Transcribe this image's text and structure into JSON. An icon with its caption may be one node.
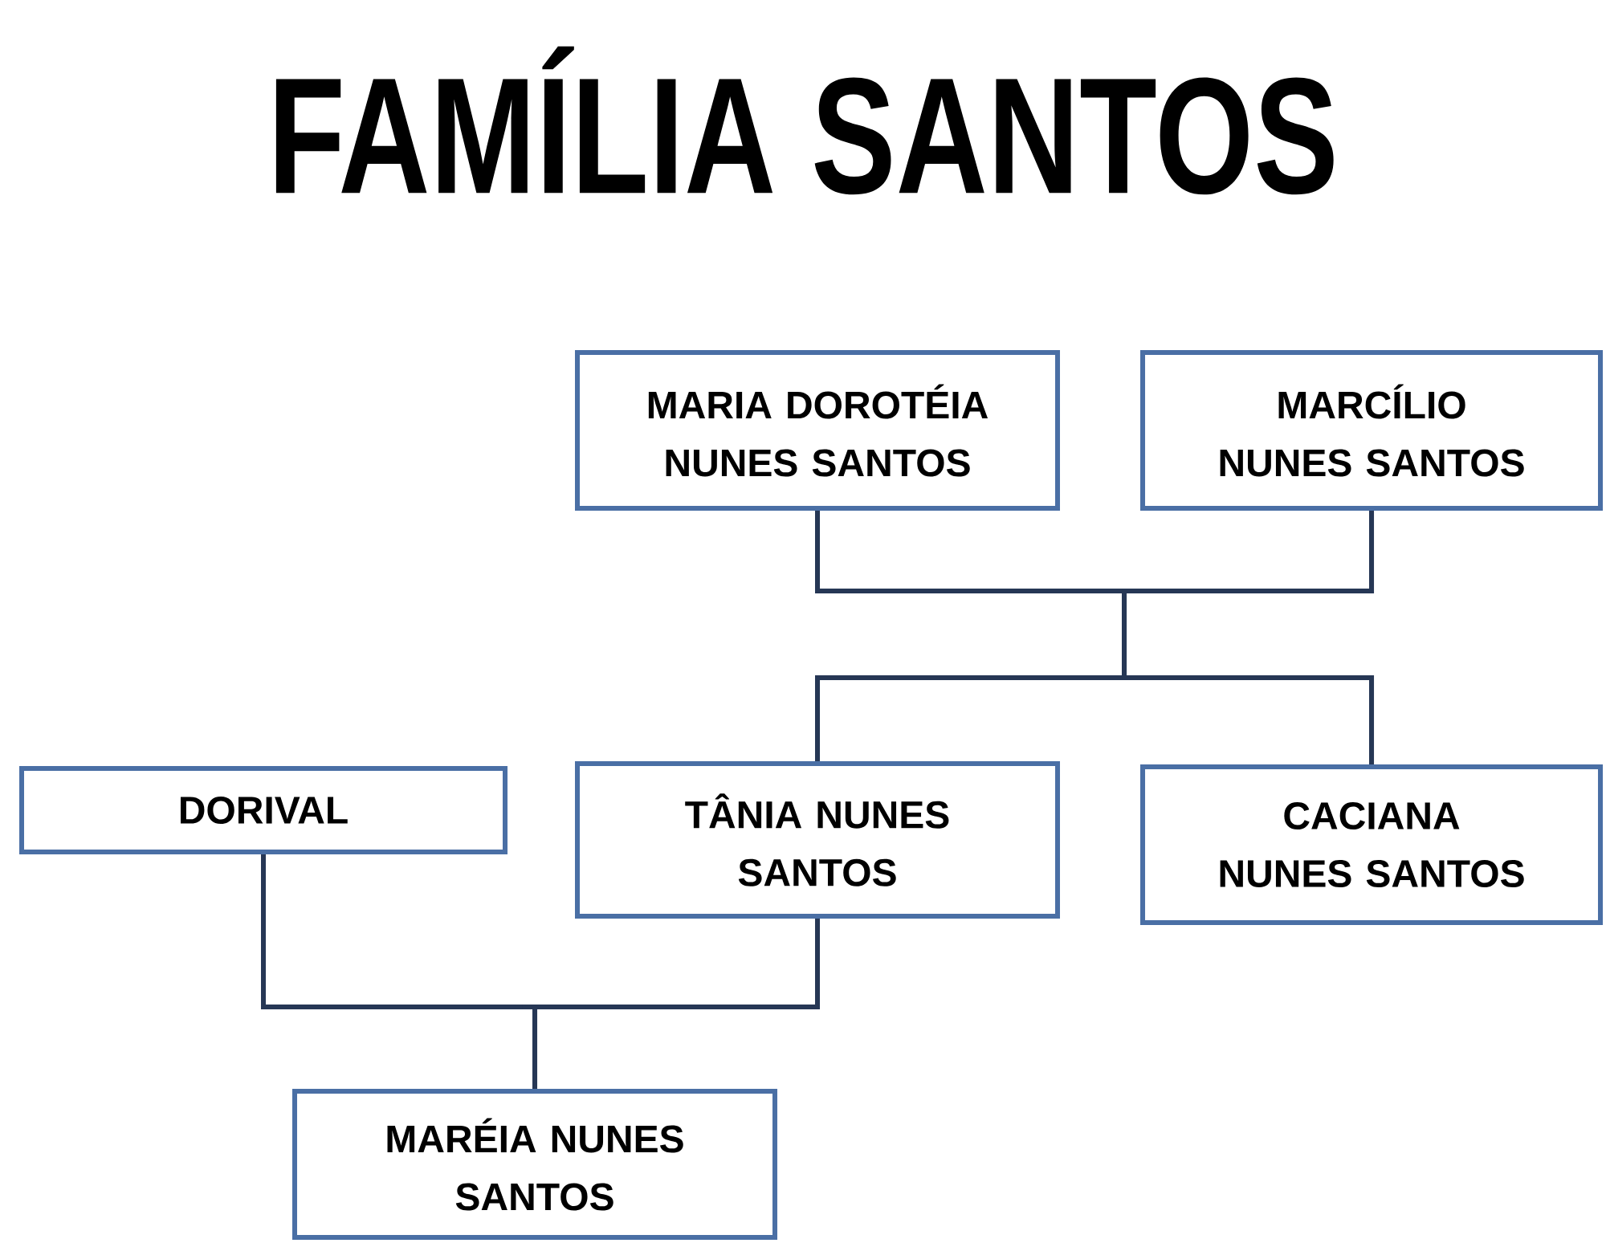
{
  "diagram": {
    "title": "FAMÍLIA SANTOS",
    "nodes": [
      {
        "text": [
          "MARIA DOROTÉIA NUNES SANTOS"
        ]
      },
      {
        "text": [
          "MARCÍLIO NUNES SANTOS"
        ]
      },
      {
        "text": [
          "DORIVAL"
        ]
      },
      {
        "text": [
          "TÂNIA NUNES SANTOS"
        ]
      },
      {
        "text": [
          "CACIANA NUNES SANTOS"
        ]
      },
      {
        "text": [
          "MARÉIA NUNES SANTOS"
        ]
      }
    ],
    "edges": [
      {
        "from": 0,
        "to": 3,
        "arrow": "none"
      },
      {
        "from": 0,
        "to": 4,
        "arrow": "none"
      },
      {
        "from": 1,
        "to": 3,
        "arrow": "none"
      },
      {
        "from": 1,
        "to": 4,
        "arrow": "none"
      },
      {
        "from": 2,
        "to": 5,
        "arrow": "none"
      },
      {
        "from": 3,
        "to": 5,
        "arrow": "none"
      }
    ]
  }
}
